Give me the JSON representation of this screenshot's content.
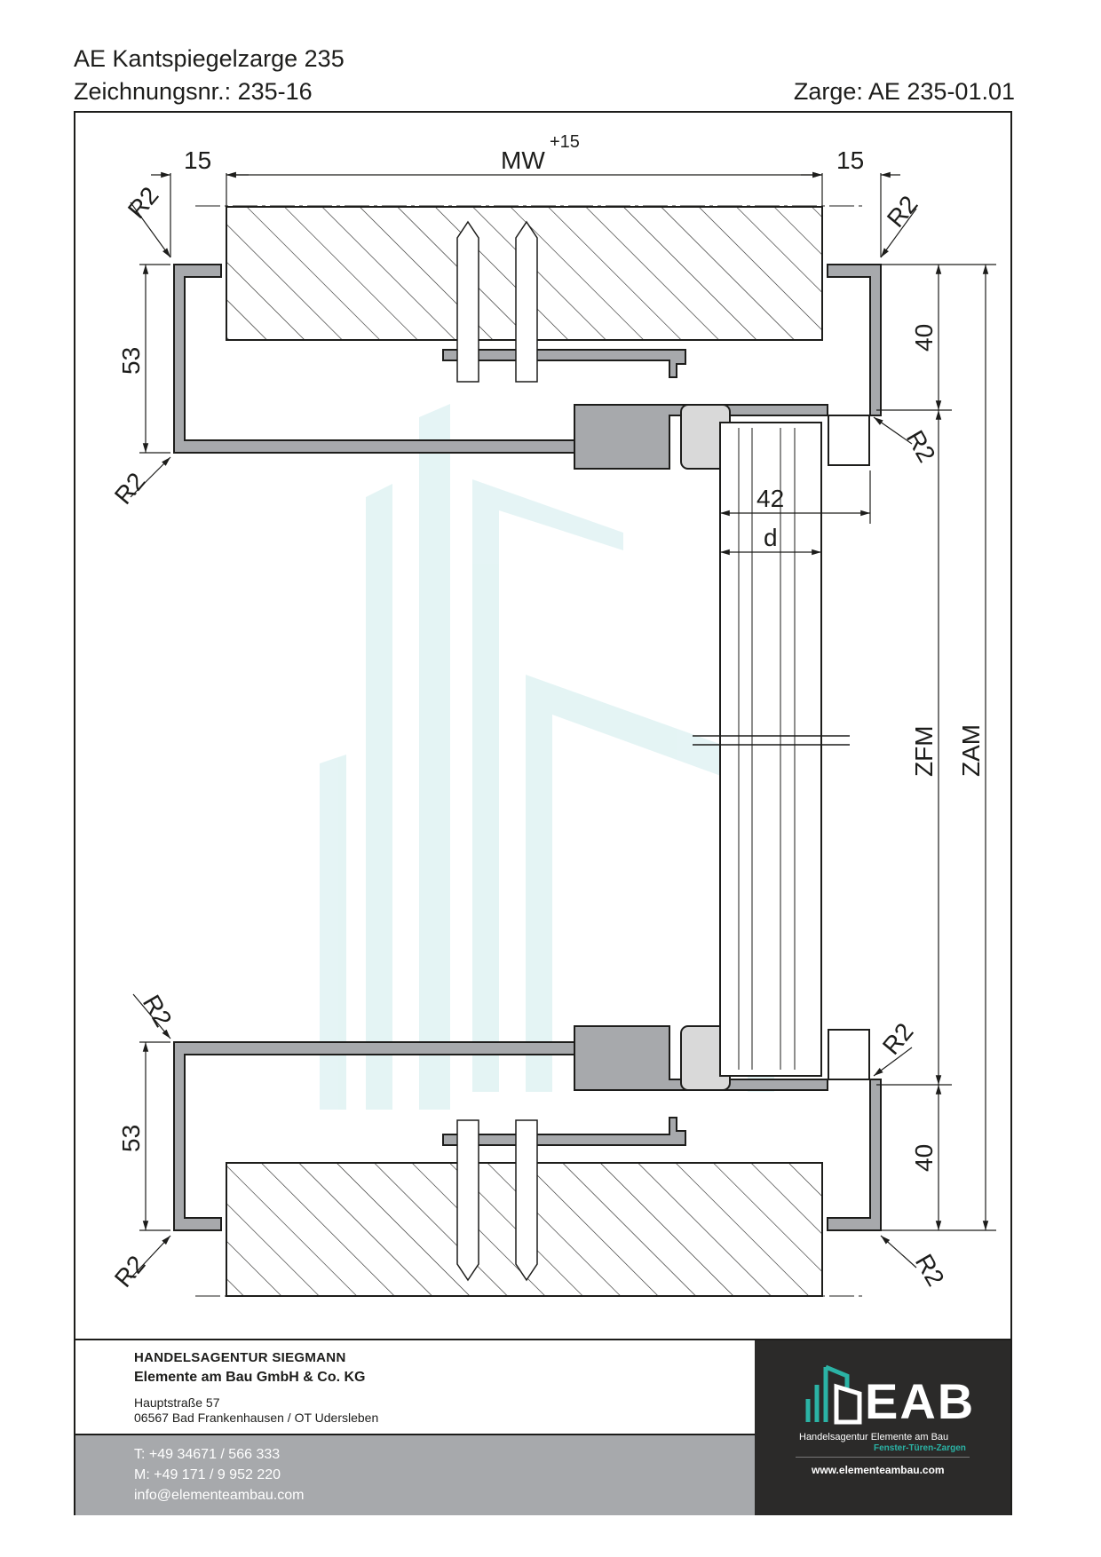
{
  "header": {
    "title": "AE Kantspiegelzarge 235",
    "drawing_number": "Zeichnungsnr.: 235-16",
    "frame": "Zarge: AE 235-01.01"
  },
  "drawing": {
    "dimensions": {
      "left_offset": "15",
      "right_offset": "15",
      "wall_width": "MW",
      "wall_tolerance": "+15",
      "profile_depth_top": "53",
      "profile_depth_bottom": "53",
      "rebate_top": "40",
      "rebate_bottom": "40",
      "door_leaf": "42",
      "leaf_thickness": "d",
      "frame_clear": "ZFM",
      "frame_outer": "ZAM"
    },
    "radius_label": "R2",
    "colors": {
      "line": "#1d1d1b",
      "profile": "#a7a9ac",
      "watermark": "#5bbcc2"
    }
  },
  "footer": {
    "agency": "HANDELSAGENTUR SIEGMANN",
    "company": "Elemente am Bau GmbH & Co. KG",
    "street": "Hauptstraße 57",
    "city": "06567 Bad Frankenhausen / OT Udersleben",
    "phone": "T: +49 34671 / 566 333",
    "mobile": "M: +49 171 / 9 952 220",
    "email": "info@elementeambau.com",
    "logo": {
      "name": "EAB",
      "tagline": "Handelsagentur Elemente am Bau",
      "subline": "Fenster-Türen-Zargen",
      "website": "www.elementeambau.com"
    }
  }
}
